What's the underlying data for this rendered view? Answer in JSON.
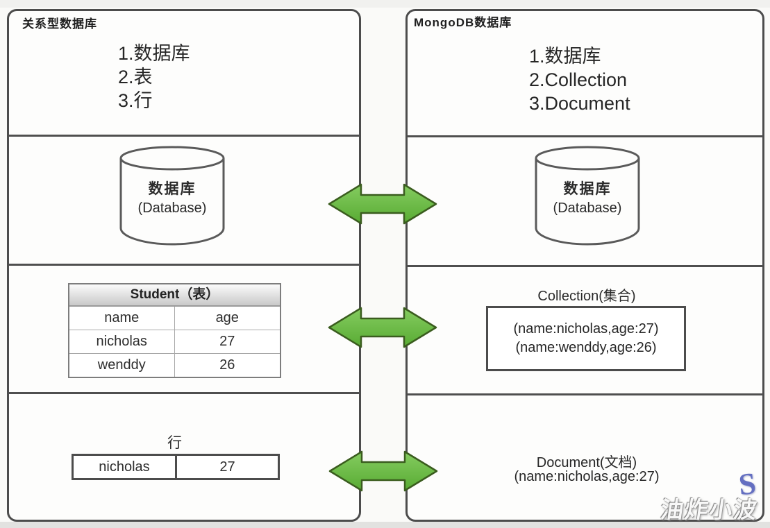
{
  "left_panel": {
    "title": "关系型数据库",
    "levels": [
      "1.数据库",
      "2.表",
      "3.行"
    ],
    "cylinder": {
      "name_cn": "数据库",
      "name_en": "(Database)"
    },
    "student_table": {
      "title": "Student（表）",
      "col1_header": "name",
      "col2_header": "age",
      "rows": [
        {
          "name": "nicholas",
          "age": "27"
        },
        {
          "name": "wenddy",
          "age": "26"
        }
      ]
    },
    "row_section": {
      "label": "行",
      "name": "nicholas",
      "age": "27"
    }
  },
  "right_panel": {
    "title": "MongoDB数据库",
    "levels": [
      "1.数据库",
      "2.Collection",
      "3.Document"
    ],
    "cylinder": {
      "name_cn": "数据库",
      "name_en": "(Database)"
    },
    "collection": {
      "title": "Collection(集合)",
      "docs": [
        "(name:nicholas,age:27)",
        "(name:wenddy,age:26)"
      ]
    },
    "document": {
      "title": "Document(文档)",
      "doc": "(name:nicholas,age:27)"
    }
  },
  "watermark": {
    "text": "油炸小波",
    "logo_letter": "S"
  },
  "colors": {
    "arrow_fill_top": "#85cc60",
    "arrow_fill_bottom": "#58ab33",
    "arrow_stroke": "#3a5c1e",
    "panel_border": "#4c4c4c",
    "logo_blue": "#4350b5"
  }
}
